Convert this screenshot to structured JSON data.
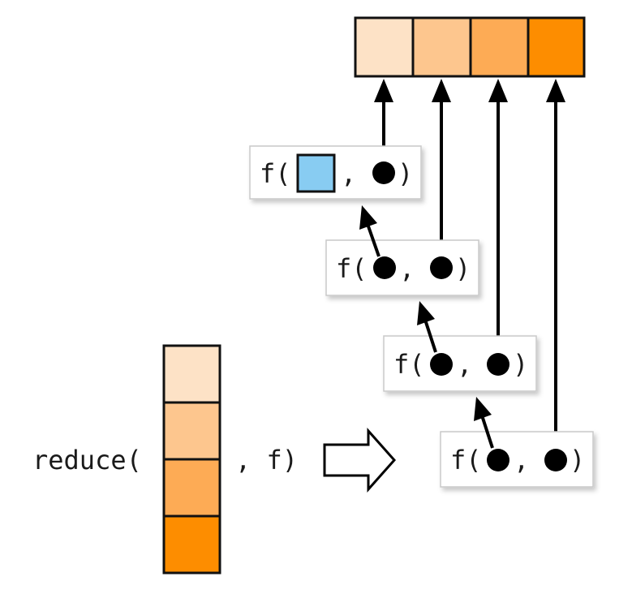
{
  "colors": {
    "shade_1": "#fde2c6",
    "shade_2": "#fdc68e",
    "shade_3": "#fdab55",
    "shade_4": "#fd8d00",
    "initial_value": "#88ccf2",
    "line": "#000000",
    "box_border": "#c9c9c9"
  },
  "call": {
    "prefix": "reduce(",
    "suffix": ", f)"
  },
  "transform_arrow": "block-arrow-right-icon",
  "steps": [
    {
      "open": "f(",
      "comma": ",",
      "close": ")"
    },
    {
      "open": "f(",
      "comma": ",",
      "close": ")"
    },
    {
      "open": "f(",
      "comma": ",",
      "close": ")"
    },
    {
      "open": "f(",
      "comma": ",",
      "close": ")"
    }
  ]
}
